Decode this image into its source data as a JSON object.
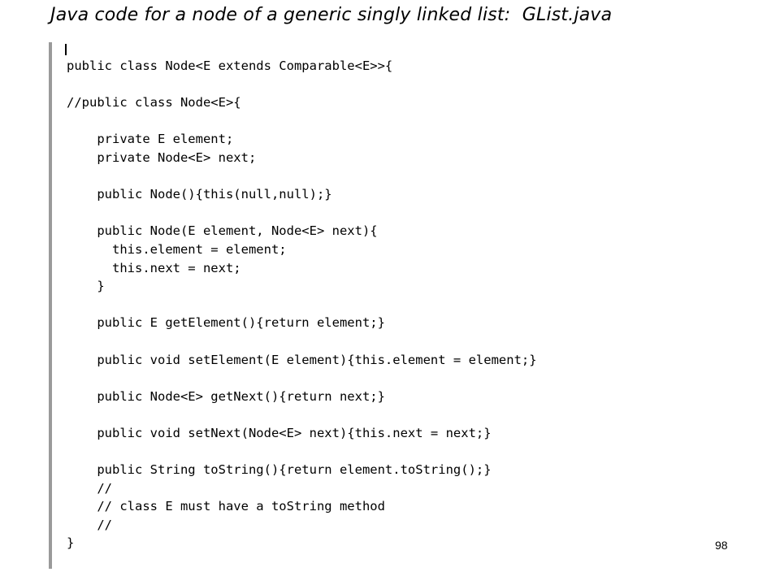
{
  "slide": {
    "title": "Java code for a node of a generic singly linked list:  GList.java",
    "page_number": "98"
  },
  "code": {
    "lines": [
      "public class Node<E extends Comparable<E>>{",
      "",
      "//public class Node<E>{",
      "",
      "    private E element;",
      "    private Node<E> next;",
      "",
      "    public Node(){this(null,null);}",
      "",
      "    public Node(E element, Node<E> next){",
      "      this.element = element;",
      "      this.next = next;",
      "    }",
      "",
      "    public E getElement(){return element;}",
      "",
      "    public void setElement(E element){this.element = element;}",
      "",
      "    public Node<E> getNext(){return next;}",
      "",
      "    public void setNext(Node<E> next){this.next = next;}",
      "",
      "    public String toString(){return element.toString();}",
      "    //",
      "    // class E must have a toString method",
      "    //",
      "}"
    ]
  }
}
